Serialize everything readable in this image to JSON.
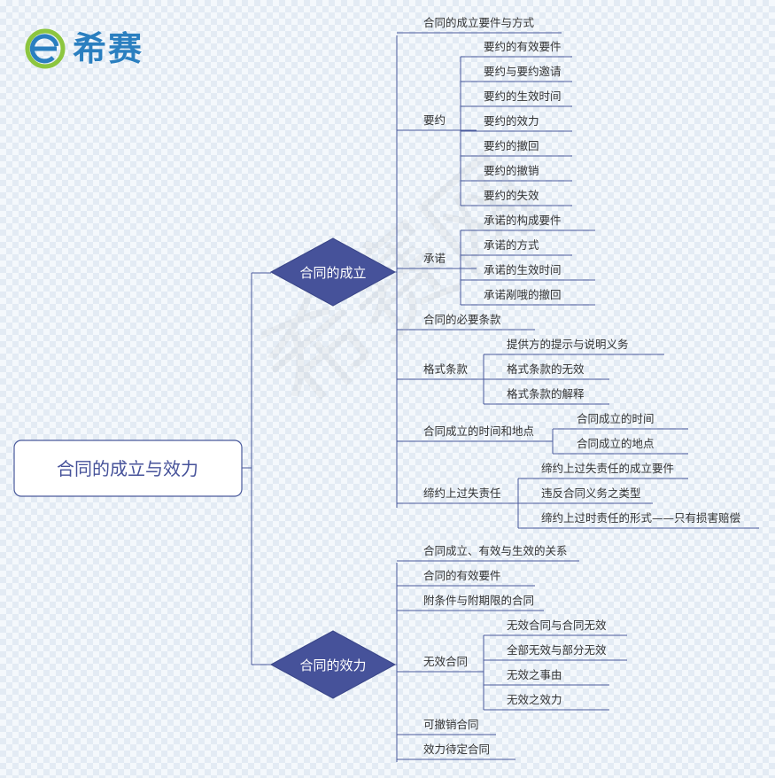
{
  "brand": {
    "name": "希赛"
  },
  "watermark": "希赛网",
  "colors": {
    "line": "#4a5a9c",
    "node_fill": "#46529a",
    "text": "#333333"
  },
  "mindmap": {
    "root": "合同的成立与效力",
    "branches": [
      {
        "label": "合同的成立",
        "children": [
          {
            "label": "合同的成立要件与方式"
          },
          {
            "label": "要约",
            "children": [
              "要约的有效要件",
              "要约与要约邀请",
              "要约的生效时间",
              "要约的效力",
              "要约的撤回",
              "要约的撤销",
              "要约的失效"
            ]
          },
          {
            "label": "承诺",
            "children": [
              "承诺的构成要件",
              "承诺的方式",
              "承诺的生效时间",
              "承诺剐哦的撤回"
            ]
          },
          {
            "label": "合同的必要条款"
          },
          {
            "label": "格式条款",
            "children": [
              "提供方的提示与说明义务",
              "格式条款的无效",
              "格式条款的解释"
            ]
          },
          {
            "label": "合同成立的时间和地点",
            "children": [
              "合同成立的时间",
              "合同成立的地点"
            ]
          },
          {
            "label": "缔约上过失责任",
            "children": [
              "缔约上过失责任的成立要件",
              "违反合同义务之类型",
              "缔约上过时责任的形式——只有损害赔偿"
            ]
          }
        ]
      },
      {
        "label": "合同的效力",
        "children": [
          {
            "label": "合同成立、有效与生效的关系"
          },
          {
            "label": "合同的有效要件"
          },
          {
            "label": "附条件与附期限的合同"
          },
          {
            "label": "无效合同",
            "children": [
              "无效合同与合同无效",
              "全部无效与部分无效",
              "无效之事由",
              "无效之效力"
            ]
          },
          {
            "label": "可撤销合同"
          },
          {
            "label": "效力待定合同"
          }
        ]
      }
    ]
  }
}
